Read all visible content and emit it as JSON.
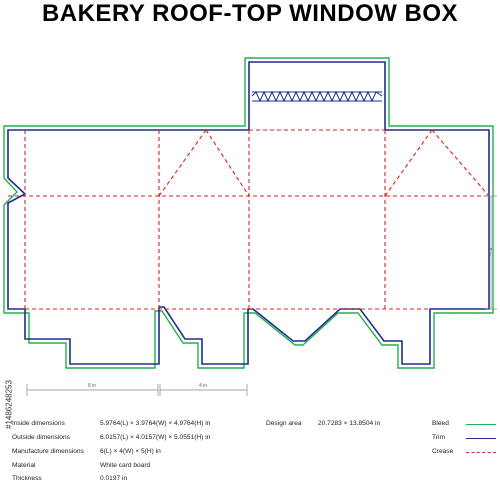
{
  "title": "BAKERY ROOF-TOP WINDOW BOX",
  "dimension_labels": {
    "width_a": "8 in",
    "width_b": "4 in",
    "height": "5 in"
  },
  "specs": [
    {
      "label": "Inside dimensions",
      "value": "5.9764(L) × 3.9764(W) × 4.9764(H) in"
    },
    {
      "label": "Outside dimensions",
      "value": "6.0157(L) × 4.0157(W) × 5.0551(H) in"
    },
    {
      "label": "Manufacture dimensions",
      "value": "6(L) × 4(W) × 5(H) in"
    },
    {
      "label": "Material",
      "value": "White card board"
    },
    {
      "label": "Thickness",
      "value": "0.0197 in"
    }
  ],
  "design_area": {
    "label": "Design area",
    "value": "20.7283 × 13.8504 in"
  },
  "legend": [
    {
      "label": "Bleed",
      "color": "#22b14c",
      "style": "solid"
    },
    {
      "label": "Trim",
      "color": "#1f2f8f",
      "style": "solid"
    },
    {
      "label": "Crease",
      "color": "#e01f1f",
      "style": "dashed"
    }
  ],
  "side_code": "#1486248253",
  "colors": {
    "bleed": "#22b14c",
    "trim": "#1f2f8f",
    "crease": "#e01f1f",
    "dimension": "#888888"
  }
}
